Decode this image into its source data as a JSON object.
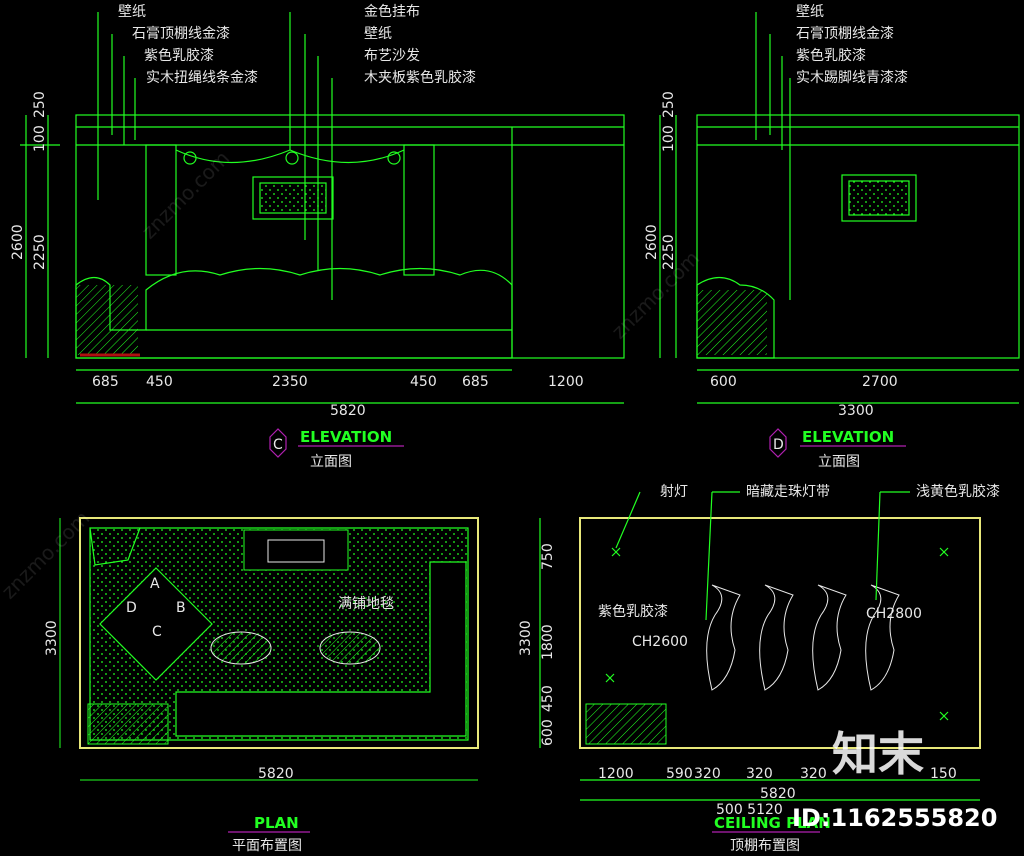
{
  "colors": {
    "background": "#000000",
    "line": "#22ff22",
    "wall": "#e8e87a",
    "text": "#e8e8e8",
    "magenta": "#b020b0",
    "red": "#b01010"
  },
  "elevation_c": {
    "labels_left": [
      "壁纸",
      "石膏顶棚线金漆",
      "紫色乳胶漆",
      "实木扭绳线条金漆"
    ],
    "labels_right": [
      "金色挂布",
      "壁纸",
      "布艺沙发",
      "木夹板紫色乳胶漆"
    ],
    "vert_dims": [
      "250",
      "100",
      "2600",
      "2250"
    ],
    "horiz_dims": [
      "685",
      "450",
      "2350",
      "450",
      "685",
      "1200"
    ],
    "total": "5820",
    "marker": "C",
    "title": "ELEVATION",
    "subtitle": "立面图"
  },
  "elevation_d": {
    "labels": [
      "壁纸",
      "石膏顶棚线金漆",
      "紫色乳胶漆",
      "实木踢脚线青漆漆"
    ],
    "vert_dims": [
      "250",
      "100",
      "2600",
      "2250"
    ],
    "horiz_dims": [
      "600",
      "2700"
    ],
    "total": "3300",
    "marker": "D",
    "title": "ELEVATION",
    "subtitle": "立面图"
  },
  "plan": {
    "vert_dim": "3300",
    "total": "5820",
    "carpet_label": "满铺地毯",
    "markers": [
      "A",
      "B",
      "C",
      "D"
    ],
    "title": "PLAN",
    "subtitle": "平面布置图"
  },
  "ceiling": {
    "labels": [
      "射灯",
      "暗藏走珠灯带",
      "浅黄色乳胶漆"
    ],
    "purple_label": "紫色乳胶漆",
    "ch_left": "CH2600",
    "ch_right": "CH2800",
    "vert_dims": [
      "750",
      "1800",
      "450",
      "600"
    ],
    "horiz_dims": [
      "1200",
      "590",
      "320",
      "320",
      "320",
      "150"
    ],
    "total": "5820",
    "lower_dims": "500  5120",
    "title": "CEILING PLAN",
    "subtitle": "顶棚布置图"
  },
  "watermark": {
    "logo": "知末",
    "id": "ID:1162555820",
    "repeat": "znzmo.com"
  }
}
